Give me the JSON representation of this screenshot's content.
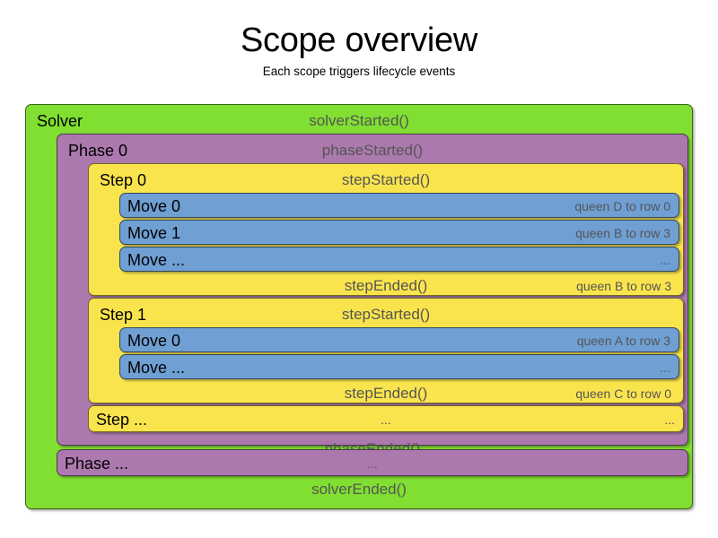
{
  "heading": {
    "title": "Scope overview",
    "subtitle": "Each scope triggers lifecycle events"
  },
  "colors": {
    "solver": "#80DF30",
    "phase": "#AC79AE",
    "step": "#FAE44D",
    "move": "#6F9FD3",
    "name_text": "#000000",
    "event_text": "#555555",
    "background": "#FFFFFF"
  },
  "diagram": {
    "solver": {
      "name": "Solver",
      "started_event": "solverStarted()",
      "ended_event": "solverEnded()",
      "phases": [
        {
          "name": "Phase 0",
          "started_event": "phaseStarted()",
          "ended_event": "phaseEnded()",
          "steps": [
            {
              "name": "Step 0",
              "started_event": "stepStarted()",
              "ended_event": "stepEnded()",
              "ended_detail": "queen B to row 3",
              "moves": [
                {
                  "name": "Move 0",
                  "detail": "queen D to row 0"
                },
                {
                  "name": "Move 1",
                  "detail": "queen B to row 3"
                },
                {
                  "name": "Move ...",
                  "detail": "..."
                }
              ]
            },
            {
              "name": "Step 1",
              "started_event": "stepStarted()",
              "ended_event": "stepEnded()",
              "ended_detail": "queen C to row 0",
              "moves": [
                {
                  "name": "Move 0",
                  "detail": "queen A to row 3"
                },
                {
                  "name": "Move ...",
                  "detail": "..."
                }
              ]
            }
          ],
          "step_ellipsis": {
            "name": "Step ...",
            "event": "...",
            "detail": "..."
          }
        }
      ],
      "phase_ellipsis": {
        "name": "Phase ...",
        "event": "...",
        "detail": ""
      }
    }
  }
}
